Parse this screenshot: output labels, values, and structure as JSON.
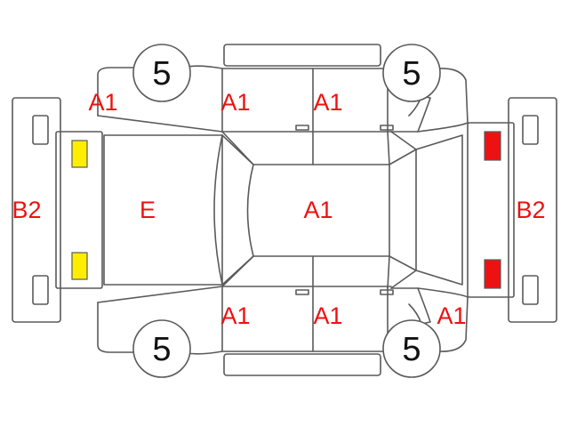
{
  "diagram": {
    "colors": {
      "line": "#5a5a5a",
      "grade_text": "#ee1111",
      "front_lamp": "#ffee00",
      "rear_lamp": "#ee1111",
      "tire_text": "#111111"
    },
    "labels": {
      "front_fender_left": "A1",
      "front_door_left": "A1",
      "rear_door_left": "A1",
      "front_bumper": "B2",
      "hood": "E",
      "roof": "A1",
      "rear_bumper": "B2",
      "front_door_right": "A1",
      "rear_door_right": "A1",
      "rear_fender_right": "A1"
    },
    "tires": {
      "front_left": "5",
      "rear_left": "5",
      "front_right": "5",
      "rear_right": "5"
    }
  }
}
